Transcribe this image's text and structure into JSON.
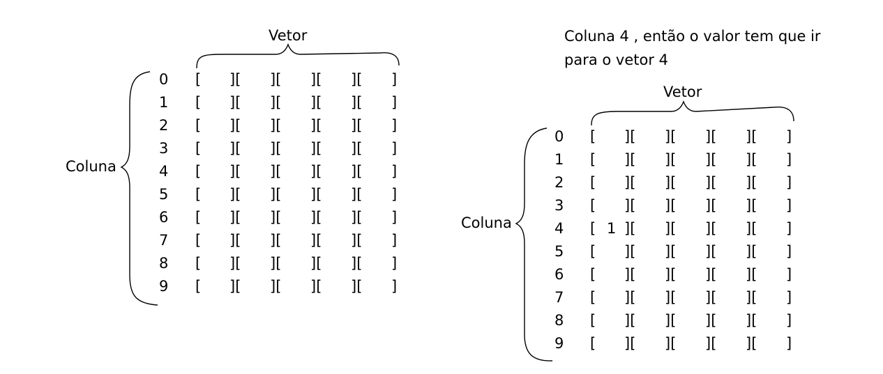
{
  "left": {
    "title": "Vetor",
    "side_label": "Coluna",
    "rows": [
      {
        "index": "0",
        "cells": [
          "",
          "",
          "",
          "",
          ""
        ]
      },
      {
        "index": "1",
        "cells": [
          "",
          "",
          "",
          "",
          ""
        ]
      },
      {
        "index": "2",
        "cells": [
          "",
          "",
          "",
          "",
          ""
        ]
      },
      {
        "index": "3",
        "cells": [
          "",
          "",
          "",
          "",
          ""
        ]
      },
      {
        "index": "4",
        "cells": [
          "",
          "",
          "",
          "",
          ""
        ]
      },
      {
        "index": "5",
        "cells": [
          "",
          "",
          "",
          "",
          ""
        ]
      },
      {
        "index": "6",
        "cells": [
          "",
          "",
          "",
          "",
          ""
        ]
      },
      {
        "index": "7",
        "cells": [
          "",
          "",
          "",
          "",
          ""
        ]
      },
      {
        "index": "8",
        "cells": [
          "",
          "",
          "",
          "",
          ""
        ]
      },
      {
        "index": "9",
        "cells": [
          "",
          "",
          "",
          "",
          ""
        ]
      }
    ]
  },
  "right": {
    "note_line1": "Coluna 4 , então o valor tem que ir",
    "note_line2": "para o vetor 4",
    "title": "Vetor",
    "side_label": "Coluna",
    "rows": [
      {
        "index": "0",
        "cells": [
          "",
          "",
          "",
          "",
          ""
        ]
      },
      {
        "index": "1",
        "cells": [
          "",
          "",
          "",
          "",
          ""
        ]
      },
      {
        "index": "2",
        "cells": [
          "",
          "",
          "",
          "",
          ""
        ]
      },
      {
        "index": "3",
        "cells": [
          "",
          "",
          "",
          "",
          ""
        ]
      },
      {
        "index": "4",
        "cells": [
          "1",
          "",
          "",
          "",
          ""
        ]
      },
      {
        "index": "5",
        "cells": [
          "",
          "",
          "",
          "",
          ""
        ]
      },
      {
        "index": "6",
        "cells": [
          "",
          "",
          "",
          "",
          ""
        ]
      },
      {
        "index": "7",
        "cells": [
          "",
          "",
          "",
          "",
          ""
        ]
      },
      {
        "index": "8",
        "cells": [
          "",
          "",
          "",
          "",
          ""
        ]
      },
      {
        "index": "9",
        "cells": [
          "",
          "",
          "",
          "",
          ""
        ]
      }
    ]
  }
}
